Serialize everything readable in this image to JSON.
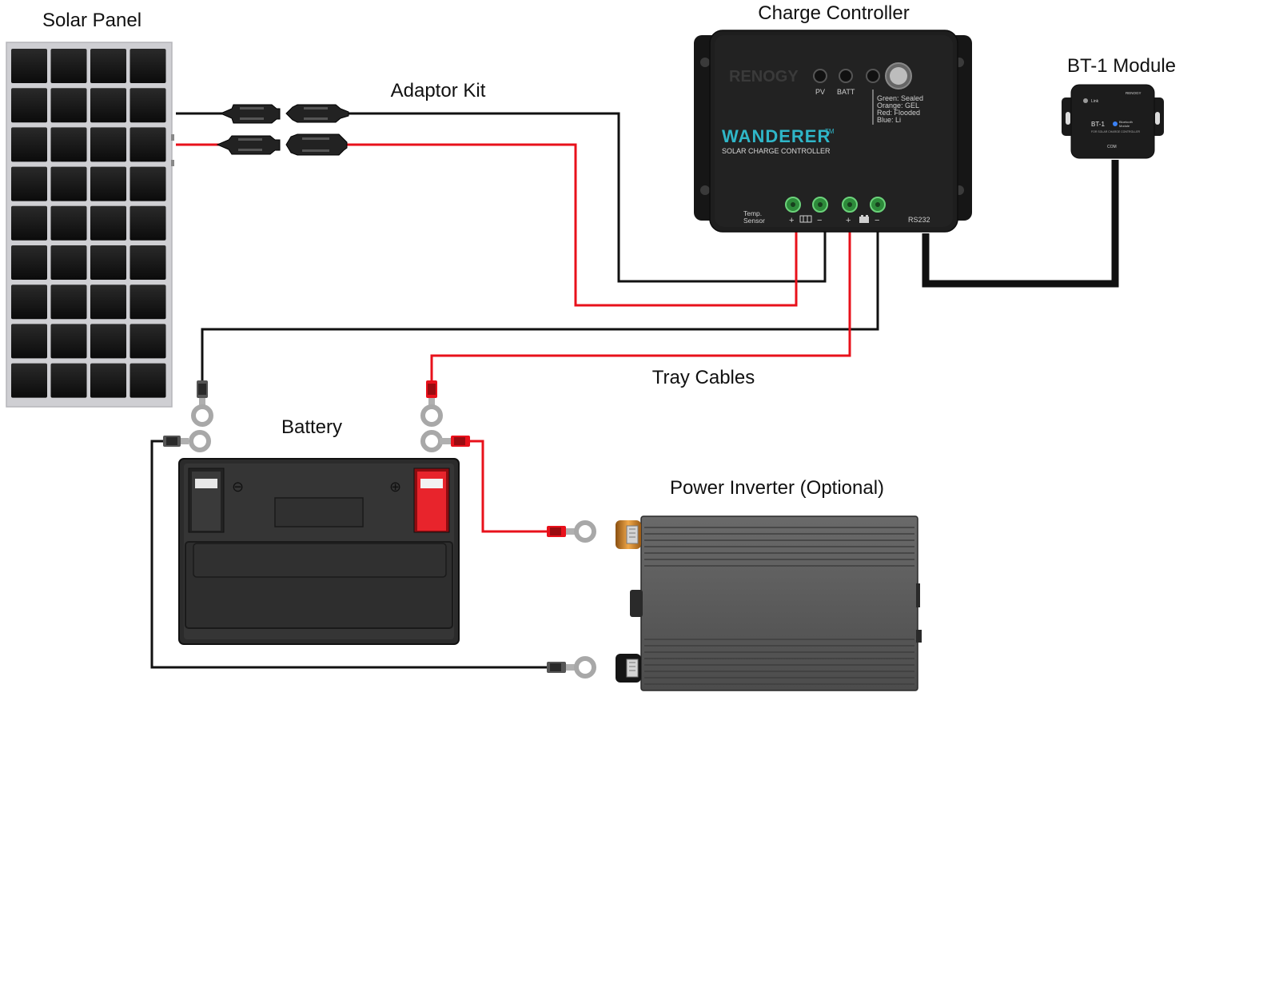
{
  "labels": {
    "solar_panel": "Solar Panel",
    "adaptor_kit": "Adaptor Kit",
    "charge_controller": "Charge Controller",
    "bt1_module": "BT-1 Module",
    "tray_cables": "Tray Cables",
    "battery": "Battery",
    "power_inverter": "Power Inverter (Optional)"
  },
  "controller": {
    "brand": "RENOGY",
    "model": "WANDERER",
    "trademark": "TM",
    "subtitle": "SOLAR CHARGE CONTROLLER",
    "led_pv": "PV",
    "led_batt": "BATT",
    "battery_types": [
      "Green: Sealed",
      "Orange: GEL",
      "Red: Flooded",
      "Blue: Li"
    ],
    "temp_sensor": [
      "Temp.",
      "Sensor"
    ],
    "rs232": "RS232",
    "plus": "+",
    "minus": "−"
  },
  "bt_module": {
    "link": "Link",
    "brand": "RENOGY",
    "model": "BT-1",
    "bluetooth_line1": "Bluetooth",
    "bluetooth_line2": "Module",
    "subtitle": "FOR SOLAR CHARGE CONTROLLER",
    "com": "COM"
  },
  "battery": {
    "neg_symbol": "⊖",
    "pos_symbol": "⊕"
  },
  "colors": {
    "positive_wire": "#e8111b",
    "negative_wire": "#111111",
    "device_body": "#1e1e1e",
    "inverter_body": "#5e5e5e",
    "accent_teal": "#2fb6c8",
    "terminal_green": "#2d8a3a"
  }
}
